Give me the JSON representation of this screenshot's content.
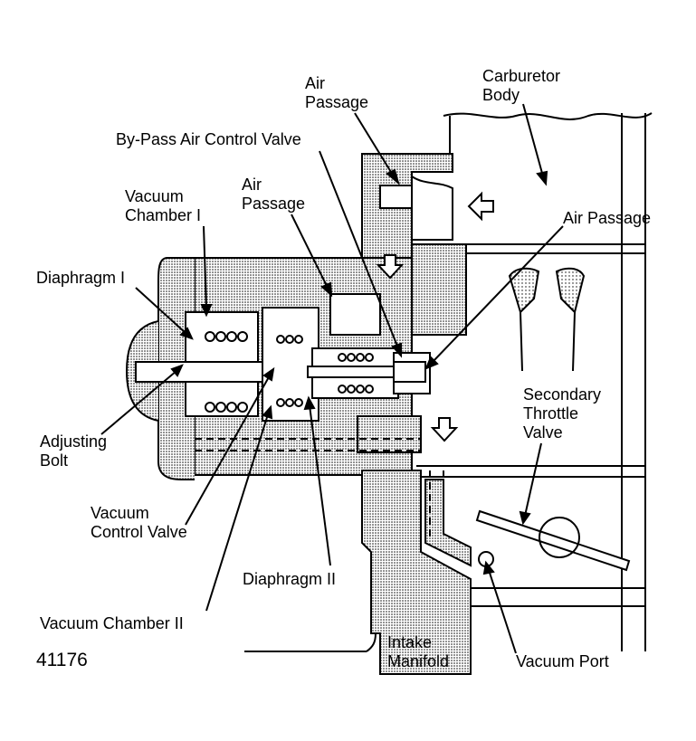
{
  "figure_number": "41176",
  "labels": {
    "air_passage_top": [
      "Air",
      "Passage"
    ],
    "carburetor_body": [
      "Carburetor",
      "Body"
    ],
    "bypass_valve": "By-Pass Air Control Valve",
    "vacuum_chamber_1": [
      "Vacuum",
      "Chamber I"
    ],
    "air_passage_mid": [
      "Air",
      "Passage"
    ],
    "air_passage_right": "Air Passage",
    "diaphragm_1": "Diaphragm I",
    "adjusting_bolt": [
      "Adjusting",
      "Bolt"
    ],
    "secondary_throttle": [
      "Secondary",
      "Throttle",
      "Valve"
    ],
    "vacuum_control_valve": [
      "Vacuum",
      "Control Valve"
    ],
    "diaphragm_2": "Diaphragm II",
    "vacuum_chamber_2": "Vacuum Chamber II",
    "intake_manifold": [
      "Intake",
      "Manifold"
    ],
    "vacuum_port": "Vacuum Port"
  }
}
